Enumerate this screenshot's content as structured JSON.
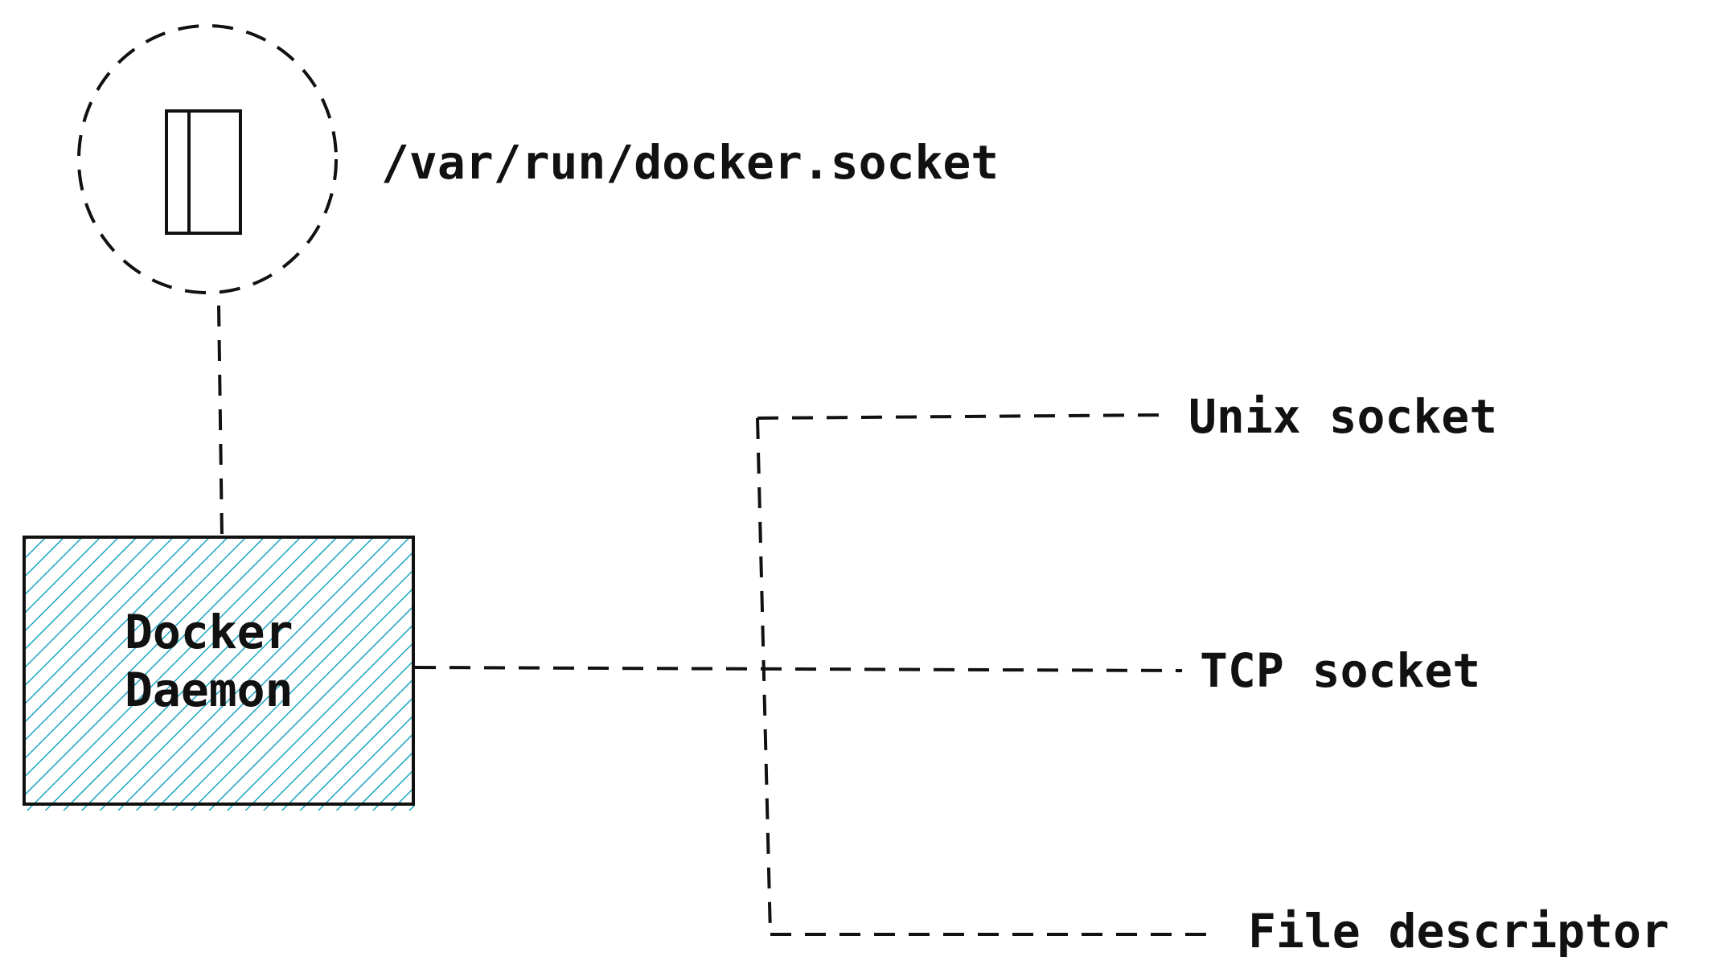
{
  "labels": {
    "socket_path": "/var/run/docker.socket",
    "daemon_line1": "Docker",
    "daemon_line2": "Daemon",
    "unix_socket": "Unix socket",
    "tcp_socket": "TCP socket",
    "file_descriptor": "File descriptor"
  },
  "icons": {
    "socket_file": "file-icon"
  },
  "colors": {
    "line": "#111111",
    "hatch": "#1aa6c0",
    "background": "#ffffff"
  }
}
